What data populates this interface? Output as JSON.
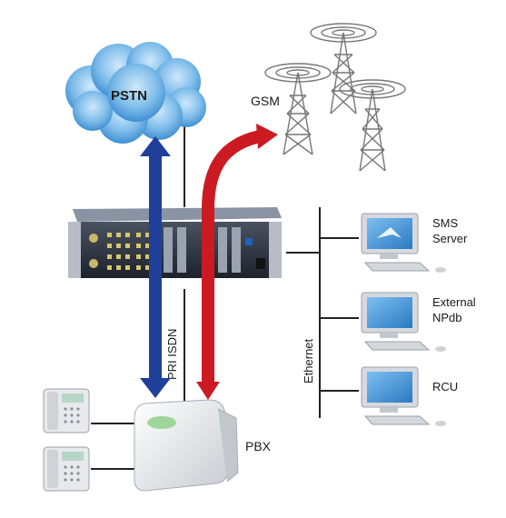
{
  "labels": {
    "pstn": "PSTN",
    "gsm": "GSM",
    "sms_server_line1": "SMS",
    "sms_server_line2": "Server",
    "npdb_line1": "External",
    "npdb_line2": "NPdb",
    "rcu": "RCU",
    "ethernet": "Ethernet",
    "pri_isdn": "PRI ISDN",
    "pbx": "PBX"
  },
  "colors": {
    "pri_arrow": "#1f3f9a",
    "gsm_arrow": "#cc1a22",
    "cloud": "#6fb3e6",
    "monitor_screen": "#3d8fd0",
    "gateway_body": "#2a2f3a"
  },
  "icons": [
    "cloud-icon",
    "gsm-tower-icon",
    "gateway-device-icon",
    "computer-icon",
    "desk-phone-icon",
    "pbx-box-icon"
  ]
}
